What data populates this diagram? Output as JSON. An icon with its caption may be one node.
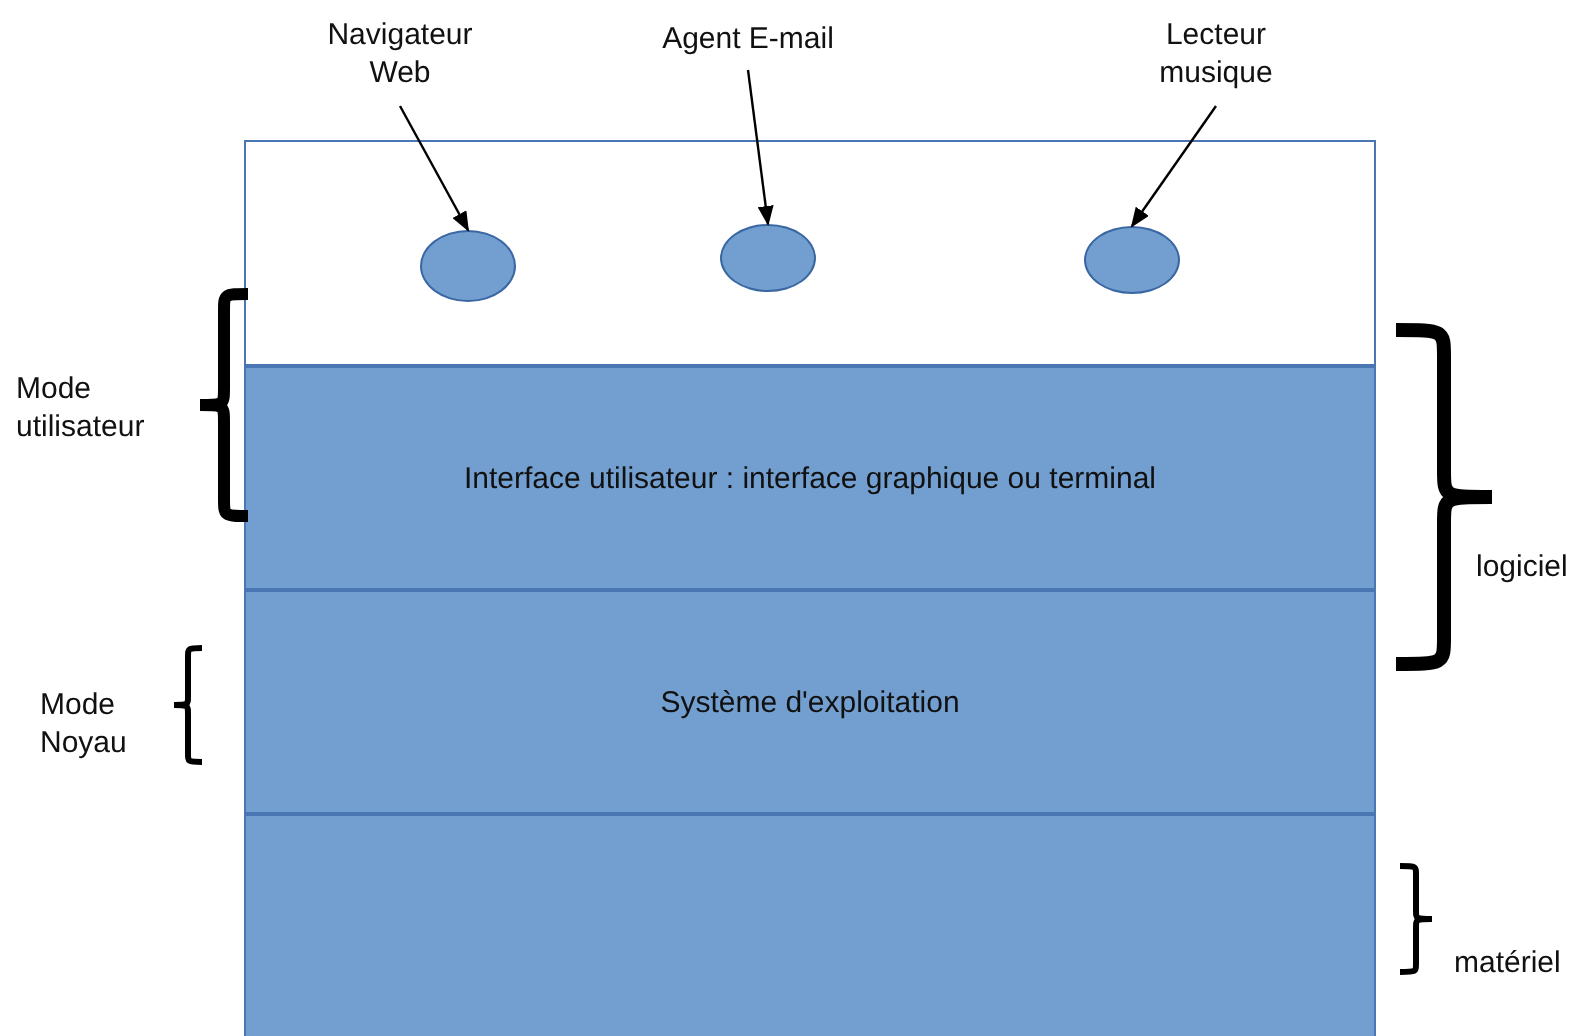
{
  "diagram": {
    "nodes": [
      {
        "text": [
          "Navigateur Web"
        ]
      },
      {
        "text": [
          "Agent E-mail"
        ]
      },
      {
        "text": [
          "Lecteur musique"
        ]
      },
      {
        "text": [],
        "shape": "box"
      },
      {
        "text": [],
        "shape": "circle",
        "in": 3
      },
      {
        "text": [],
        "shape": "circle",
        "in": 3
      },
      {
        "text": [],
        "shape": "circle",
        "in": 3
      },
      {
        "text": [
          "Interface utilisateur : interface graphique ou terminal"
        ]
      },
      {
        "text": [
          "Système d'exploitation"
        ]
      },
      {
        "text": [],
        "shape": "box"
      }
    ],
    "edges": [
      {
        "from": 0,
        "to": 4,
        "arrow": "to"
      },
      {
        "from": 1,
        "to": 5,
        "arrow": "to"
      },
      {
        "from": 2,
        "to": 6,
        "arrow": "to"
      }
    ],
    "labels": [
      "Mode utilisateur",
      "logiciel",
      "Mode Noyau",
      "matériel"
    ]
  }
}
